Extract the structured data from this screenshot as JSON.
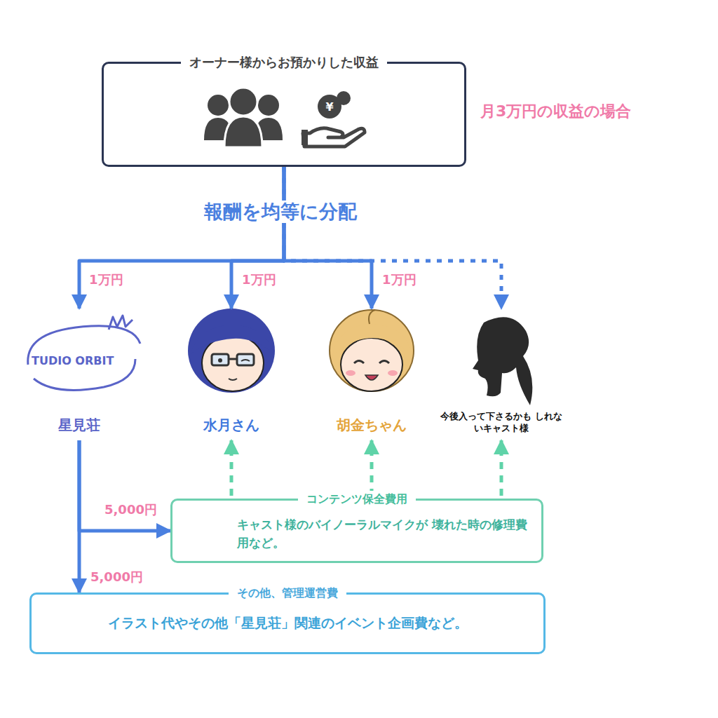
{
  "diagram": {
    "nodes": [
      {
        "text": [
          "オーナー様からお預かりした収益"
        ]
      },
      {
        "text": [
          "星見荘"
        ]
      },
      {
        "text": [
          "水月さん"
        ]
      },
      {
        "text": [
          "胡金ちゃん"
        ]
      },
      {
        "text": [
          "今後入って下さるかも しれないキャスト様"
        ]
      },
      {
        "text": [
          "コンテンツ保全費用",
          "キャスト様のバイノーラルマイクが 壊れた時の修理費用など。"
        ]
      },
      {
        "text": [
          "その他、管理運営費",
          "イラスト代やその他「星見荘」関連のイベント企画費など。"
        ]
      }
    ],
    "edges": [
      {
        "from": 0,
        "to": 1,
        "label": "1万円",
        "arrow": "to"
      },
      {
        "from": 0,
        "to": 2,
        "label": "1万円",
        "arrow": "to"
      },
      {
        "from": 0,
        "to": 3,
        "label": "1万円",
        "arrow": "to"
      },
      {
        "from": 0,
        "to": 4,
        "arrow": "to"
      },
      {
        "from": 1,
        "to": 5,
        "label": "5,000円",
        "arrow": "to"
      },
      {
        "from": 1,
        "to": 6,
        "label": "5,000円",
        "arrow": "to"
      },
      {
        "from": 5,
        "to": 2,
        "arrow": "to"
      },
      {
        "from": 5,
        "to": 3,
        "arrow": "to"
      },
      {
        "from": 5,
        "to": 4,
        "arrow": "to"
      }
    ],
    "labels": [
      "月3万円の収益の場合",
      "報酬を均等に分配",
      "TUDIO ORBIT"
    ]
  }
}
